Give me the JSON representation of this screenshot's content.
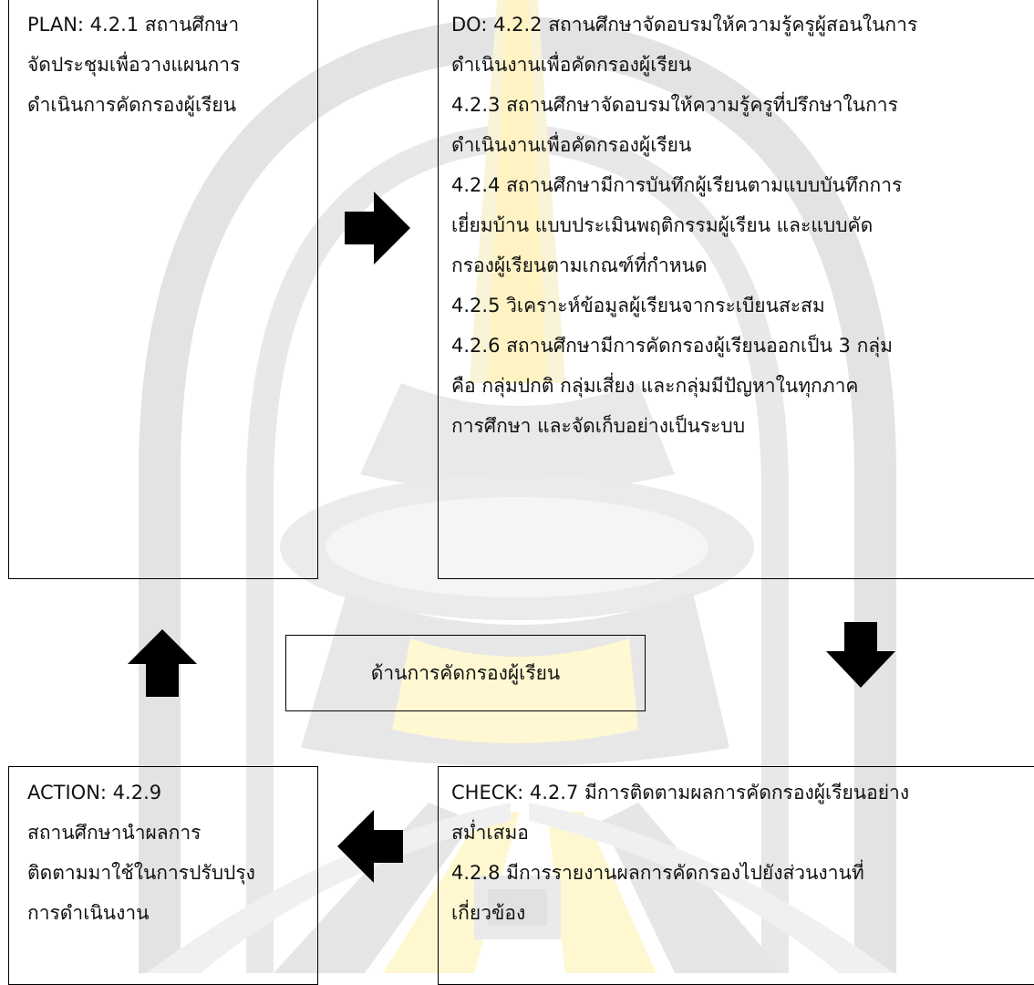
{
  "diagram": {
    "plan": {
      "lines": [
        "PLAN: 4.2.1 สถานศึกษา",
        "จัดประชุมเพื่อวางแผนการ",
        "ดำเนินการคัดกรองผู้เรียน"
      ]
    },
    "do": {
      "lines": [
        "DO: 4.2.2 สถานศึกษาจัดอบรมให้ความรู้ครูผู้สอนในการ",
        "ดำเนินงานเพื่อคัดกรองผู้เรียน",
        " 4.2.3 สถานศึกษาจัดอบรมให้ความรู้ครูที่ปรึกษาในการ",
        "ดำเนินงานเพื่อคัดกรองผู้เรียน",
        " 4.2.4 สถานศึกษามีการบันทึกผู้เรียนตามแบบบันทึกการ",
        "เยี่ยมบ้าน แบบประเมินพฤติกรรมผู้เรียน และแบบคัด",
        "กรองผู้เรียนตามเกณฑ์ที่กำหนด",
        " 4.2.5 วิเคราะห์ข้อมูลผู้เรียนจากระเบียนสะสม",
        " 4.2.6 สถานศึกษามีการคัดกรองผู้เรียนออกเป็น 3 กลุ่ม",
        "คือ กลุ่มปกติ กลุ่มเสี่ยง และกลุ่มมีปัญหาในทุกภาค",
        "การศึกษา และจัดเก็บอย่างเป็นระบบ"
      ]
    },
    "center": {
      "label": "ด้านการคัดกรองผู้เรียน"
    },
    "check": {
      "lines": [
        "CHECK: 4.2.7 มีการติดตามผลการคัดกรองผู้เรียนอย่าง",
        "สม่ำเสมอ",
        " 4.2.8 มีการรายงานผลการคัดกรองไปยังส่วนงานที่",
        "เกี่ยวข้อง"
      ]
    },
    "action": {
      "lines": [
        "ACTION: 4.2.9",
        "สถานศึกษานำผลการ",
        "ติดตามมาใช้ในการปรับปรุง",
        "การดำเนินงาน"
      ]
    },
    "arrows": {
      "plan_to_do": "arrow-right-icon",
      "do_to_check": "arrow-down-icon",
      "check_to_action": "arrow-left-icon",
      "action_to_plan": "arrow-up-icon"
    }
  }
}
